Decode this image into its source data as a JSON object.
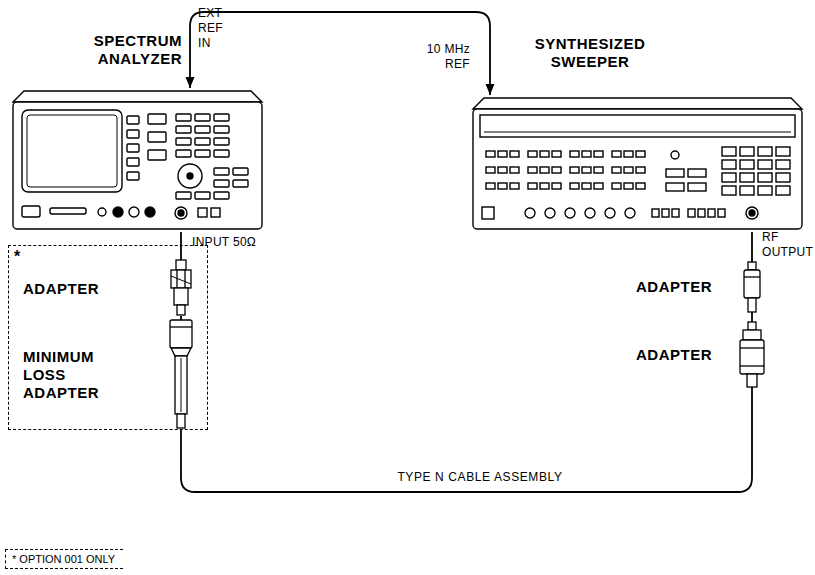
{
  "diagram": {
    "nodes": [
      {
        "text": [
          "SPECTRUM ANALYZER"
        ]
      },
      {
        "text": [
          "SYNTHESIZED SWEEPER"
        ]
      },
      {
        "text": [
          "*"
        ]
      },
      {
        "text": [
          "ADAPTER"
        ],
        "in": 2
      },
      {
        "text": [
          "MINIMUM LOSS ADAPTER"
        ],
        "in": 2
      },
      {
        "text": [
          "ADAPTER"
        ]
      },
      {
        "text": [
          "ADAPTER"
        ]
      }
    ],
    "edges": [
      {
        "from": 1,
        "to": 0,
        "arrow": "both"
      },
      {
        "from": 0,
        "to": 3,
        "arrow": "none"
      },
      {
        "from": 3,
        "to": 4,
        "arrow": "none"
      },
      {
        "from": 4,
        "to": 6,
        "label": "TYPE N CABLE ASSEMBLY",
        "arrow": "none"
      },
      {
        "from": 6,
        "to": 5,
        "arrow": "none"
      },
      {
        "from": 5,
        "to": 1,
        "arrow": "none"
      }
    ],
    "labels": [
      "EXT REF IN",
      "10 MHz REF",
      "INPUT 50Ω",
      "RF OUTPUT"
    ],
    "legend": [
      {
        "text": "* OPTION 001 ONLY"
      }
    ]
  }
}
